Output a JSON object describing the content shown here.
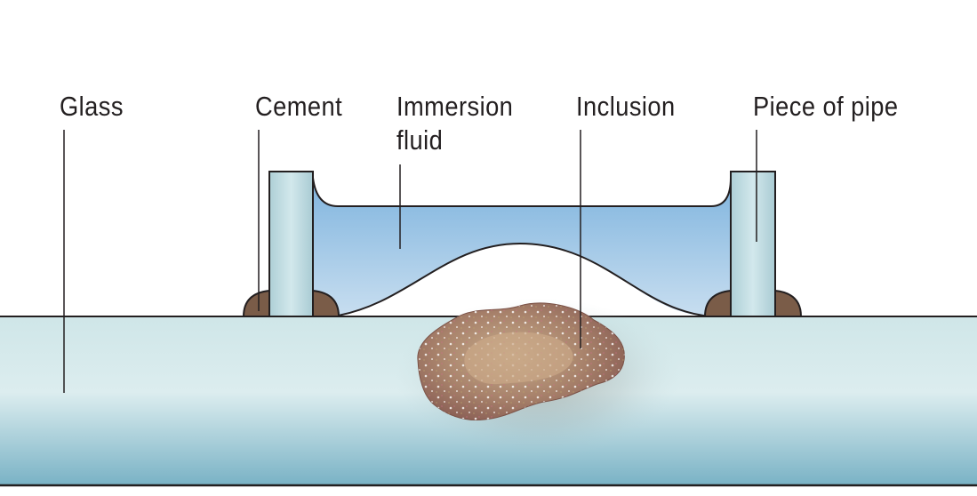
{
  "labels": {
    "glass": "Glass",
    "cement": "Cement",
    "immersion_line1": "Immersion",
    "immersion_line2": "fluid",
    "inclusion": "Inclusion",
    "pipe": "Piece of pipe"
  },
  "colors": {
    "glass_top": "#c9e3e6",
    "glass_bottom": "#7ab3c6",
    "fluid_top": "#86b9e0",
    "fluid_bottom": "#c4dcef",
    "pipe": "#c2dde2",
    "cement": "#7a5c48",
    "inclusion": "#a8836a",
    "outline": "#231f20"
  }
}
